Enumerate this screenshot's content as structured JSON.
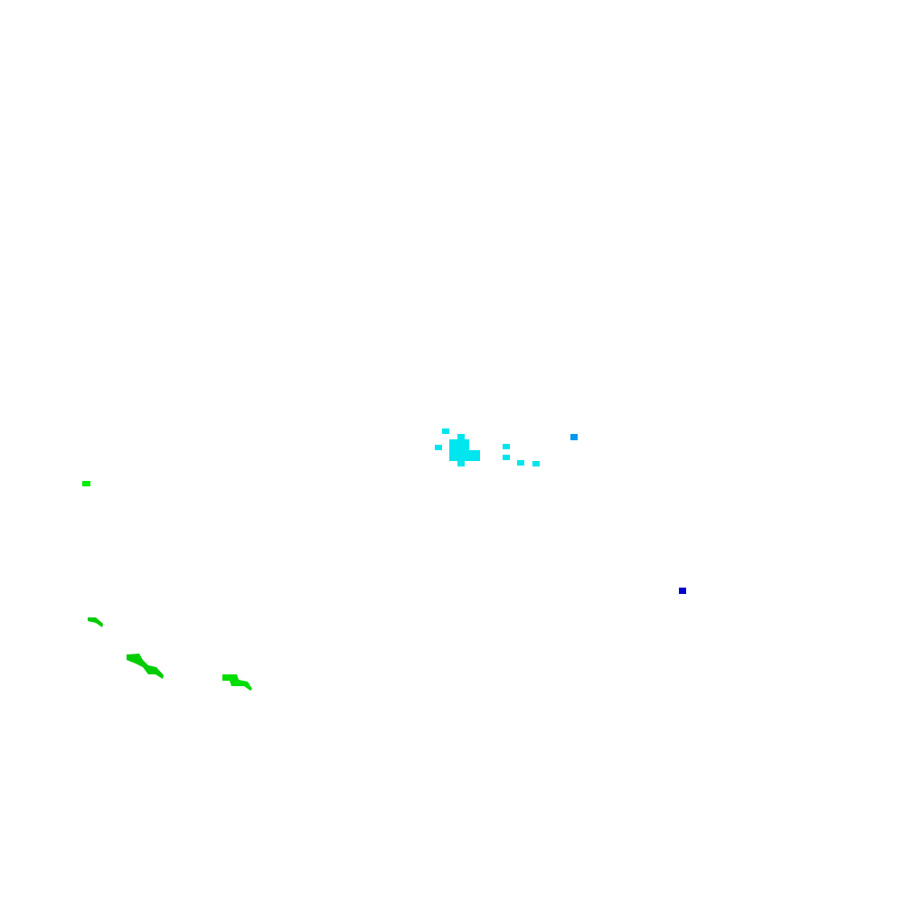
{
  "colors": {
    "background": "#ffffff",
    "cyan": "#00e5ee",
    "sky_blue": "#0099ee",
    "navy": "#0000cc",
    "bright_green": "#00ee00",
    "green": "#00cc00",
    "mid_green": "#00dd00"
  },
  "groups": [
    {
      "name": "cyan-cluster",
      "color_key": "cyan"
    },
    {
      "name": "sky-blue-marks",
      "color_key": "sky_blue"
    },
    {
      "name": "navy-marks",
      "color_key": "navy"
    },
    {
      "name": "green-strokes",
      "color_key": "green"
    }
  ]
}
